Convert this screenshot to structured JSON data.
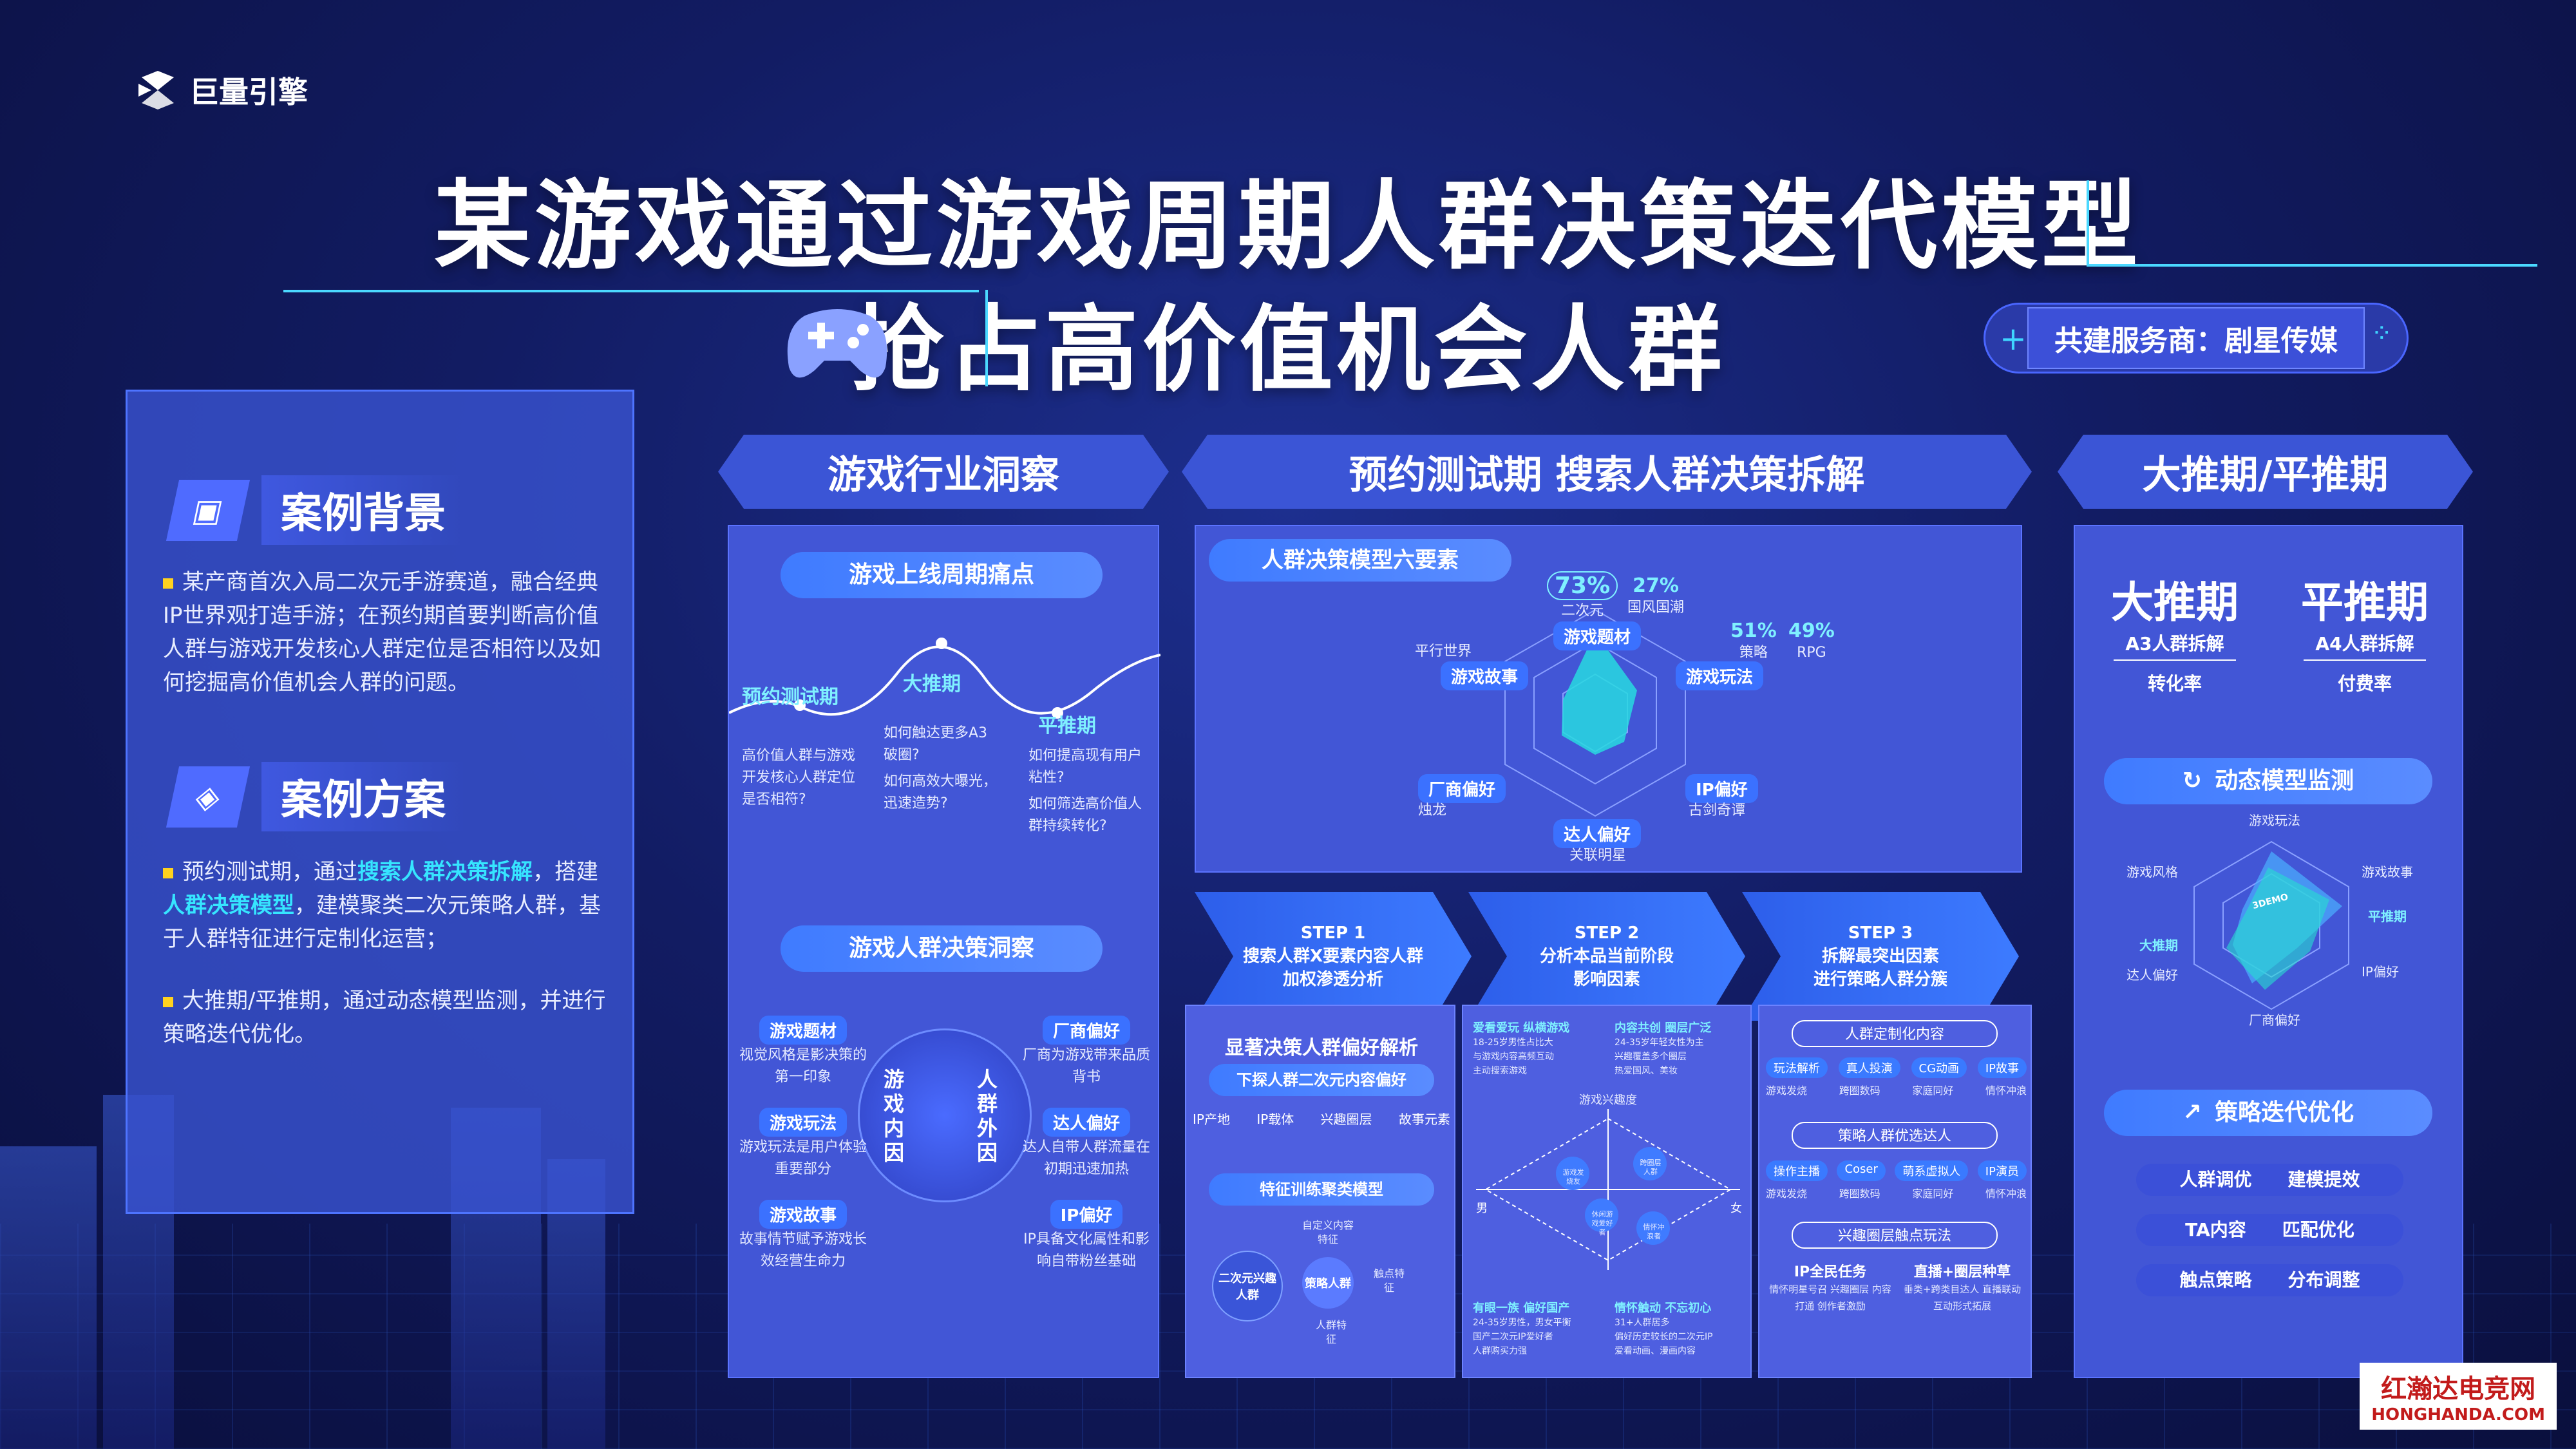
{
  "brand": "巨量引擎",
  "title_line1": "某游戏通过游戏周期人群决策迭代模型",
  "title_line2": "抢占高价值机会人群",
  "partner": "共建服务商：剧星传媒",
  "left": {
    "bg_title": "案例背景",
    "bg_text": "某产商首次入局二次元手游赛道，融合经典IP世界观打造手游；在预约期首要判断高价值人群与游戏开发核心人群定位是否相符以及如何挖掘高价值机会人群的问题。",
    "plan_title": "案例方案",
    "plan_p1_a": "预约测试期，通过",
    "plan_p1_hl1": "搜索人群决策拆解",
    "plan_p1_b": "，搭建",
    "plan_p1_hl2": "人群决策模型",
    "plan_p1_c": "，建模聚类二次元策略人群，基于人群特征进行定制化运营；",
    "plan_p2": "大推期/平推期，通过动态模型监测，并进行策略迭代优化。"
  },
  "col1": {
    "head": "游戏行业洞察",
    "pill1": "游戏上线周期痛点",
    "stage1": "预约测试期",
    "stage2": "大推期",
    "stage3": "平推期",
    "s1_text": "高价值人群与游戏开发核心人群定位是否相符?",
    "s2_text1": "如何触达更多A3破圈?",
    "s2_text2": "如何高效大曝光，迅速造势?",
    "s3_text1": "如何提高现有用户粘性?",
    "s3_text2": "如何筛选高价值人群持续转化?",
    "pill2": "游戏人群决策洞察",
    "left_tags": [
      {
        "tag": "游戏题材",
        "text": "视觉风格是影决策的第一印象"
      },
      {
        "tag": "游戏玩法",
        "text": "游戏玩法是用户体验重要部分"
      },
      {
        "tag": "游戏故事",
        "text": "故事情节赋予游戏长效经营生命力"
      }
    ],
    "right_tags": [
      {
        "tag": "厂商偏好",
        "text": "厂商为游戏带来品质背书"
      },
      {
        "tag": "达人偏好",
        "text": "达人自带人群流量在初期迅速加热"
      },
      {
        "tag": "IP偏好",
        "text": "IP具备文化属性和影响自带粉丝基础"
      }
    ],
    "inner_left": "游戏内因",
    "inner_right": "人群外因"
  },
  "col2": {
    "head": "预约测试期 搜索人群决策拆解",
    "radar_title": "人群决策模型六要素",
    "radar_labels": [
      "游戏题材",
      "游戏玩法",
      "IP偏好",
      "达人偏好",
      "厂商偏好",
      "游戏故事"
    ],
    "pct1": "73%",
    "pct1_sub": "二次元",
    "pct2": "27%",
    "pct2_sub": "国风国潮",
    "pct3": "51%",
    "pct3_sub": "策略",
    "pct4": "49%",
    "pct4_sub": "RPG",
    "annot_parallel": "平行世界",
    "annot_dragon": "烛龙",
    "annot_ancient": "古剑奇谭",
    "annot_star": "关联明星",
    "steps": [
      {
        "t": "STEP 1",
        "l1": "搜索人群X要素内容人群",
        "l2": "加权渗透分析"
      },
      {
        "t": "STEP 2",
        "l1": "分析本品当前阶段",
        "l2": "影响因素"
      },
      {
        "t": "STEP 3",
        "l1": "拆解最突出因素",
        "l2": "进行策略人群分簇"
      }
    ],
    "sub1_title": "显著决策人群偏好解析",
    "sub1_pill": "下探人群二次元内容偏好",
    "sub1_items": [
      "IP产地",
      "IP载体",
      "兴趣圈层",
      "故事元素"
    ],
    "sub1_pill2": "特征训练聚类模型",
    "sub1_nodes": [
      "二次元兴趣人群",
      "策略人群",
      "自定义内容特征",
      "触点特征",
      "人群特征"
    ],
    "sub2_tl_title": "爱看爱玩 纵横游戏",
    "sub2_tr_title": "内容共创 圈层广泛",
    "sub2_tl_items": [
      "18-25岁男性占比大",
      "与游戏内容高频互动",
      "主动搜索游戏"
    ],
    "sub2_tr_items": [
      "24-35岁年轻女性为主",
      "兴趣覆盖多个圈层",
      "热爱国风、美妆"
    ],
    "sub2_mid": "游戏兴趣度",
    "sub2_male": "男",
    "sub2_female": "女",
    "sub2_quadrants": [
      "游戏发烧友",
      "跨圈层人群",
      "休闲游戏爱好者",
      "情怀冲浪者"
    ],
    "sub2_bl_title": "有眼一族 偏好国产",
    "sub2_br_title": "情怀触动 不忘初心",
    "sub2_bl_items": [
      "24-35岁男性，男女平衡",
      "国产二次元IP爱好者",
      "人群购买力强"
    ],
    "sub2_br_items": [
      "31+人群居多",
      "偏好历史较长的二次元IP",
      "爱看动画、漫画内容"
    ],
    "sub3_t1": "人群定制化内容",
    "sub3_row1": [
      "玩法解析",
      "真人投演",
      "CG动画",
      "IP故事"
    ],
    "sub3_row1b": [
      "游戏发烧",
      "跨圈数码",
      "家庭同好",
      "情怀冲浪"
    ],
    "sub3_t2": "策略人群优选达人",
    "sub3_row2": [
      "操作主播",
      "Coser",
      "萌系虚拟人",
      "IP演员"
    ],
    "sub3_row2b": [
      "游戏发烧",
      "跨圈数码",
      "家庭同好",
      "情怀冲浪"
    ],
    "sub3_t3": "兴趣圈层触点玩法",
    "sub3_c1": "IP全民任务",
    "sub3_c2": "直播+圈层种草",
    "sub3_c1_text": "情怀明星号召 兴趣圈层 内容打通 创作者激励",
    "sub3_c2_text": "垂类+跨类目达人 直播联动 互动形式拓展"
  },
  "col3": {
    "head": "大推期/平推期",
    "big": "大推期",
    "big_sub": "A3人群拆解",
    "big_metric": "转化率",
    "flat": "平推期",
    "flat_sub": "A4人群拆解",
    "flat_metric": "付费率",
    "pill1": "动态模型监测",
    "radar_labels": [
      "游戏玩法",
      "游戏故事",
      "IP偏好",
      "厂商偏好",
      "达人偏好",
      "游戏风格"
    ],
    "legend1": "平推期",
    "legend2": "大推期",
    "center": "3DEMO",
    "pill2": "策略迭代优化",
    "rows": [
      [
        "人群调优",
        "建模提效"
      ],
      [
        "TA内容",
        "匹配优化"
      ],
      [
        "触点策略",
        "分布调整"
      ]
    ]
  },
  "watermark1": "红瀚达电竞网",
  "watermark2": "HONGHANDA.COM"
}
